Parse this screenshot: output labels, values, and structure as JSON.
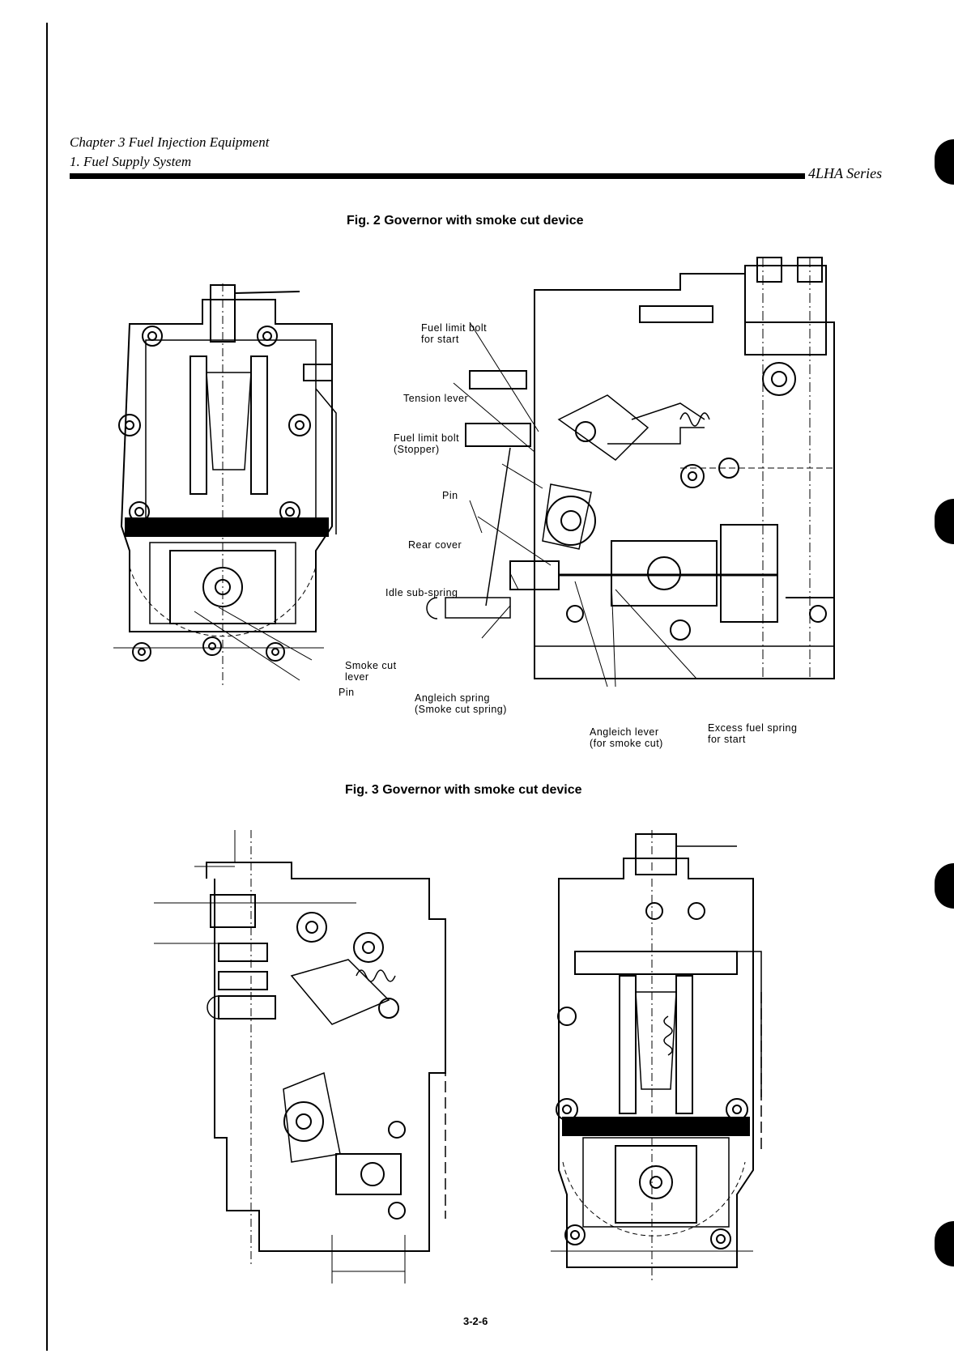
{
  "header": {
    "chapter": "Chapter 3 Fuel Injection Equipment",
    "section": "1. Fuel Supply System",
    "series": "4LHA Series"
  },
  "figures": [
    {
      "title": "Fig. 2 Governor with smoke cut device",
      "callouts": [
        "Fuel limit bolt\nfor start",
        "Tension lever",
        "Fuel limit bolt\n(Stopper)",
        "Pin",
        "Rear cover",
        "Idle sub-spring",
        "Smoke cut\nlever",
        "Pin",
        "Angleich spring\n(Smoke cut spring)",
        "Angleich lever\n(for smoke cut)",
        "Excess fuel spring\nfor start"
      ]
    },
    {
      "title": "Fig. 3 Governor with smoke cut device",
      "callouts": []
    }
  ],
  "page_number": "3-2-6"
}
